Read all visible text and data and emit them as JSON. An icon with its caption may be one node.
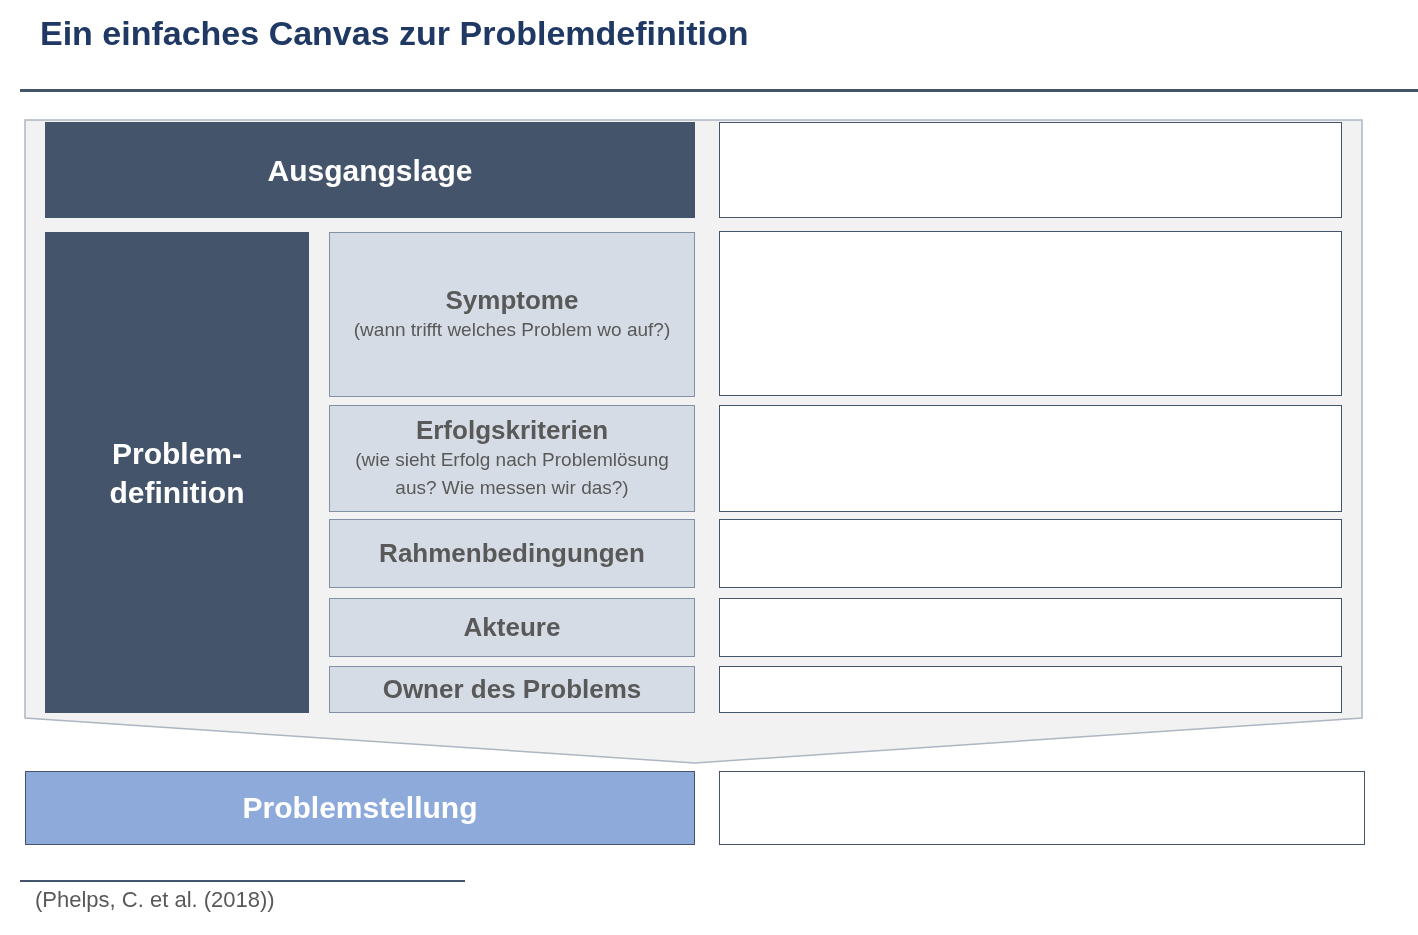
{
  "diagram": {
    "title": "Ein einfaches Canvas zur Problemdefinition",
    "caption": "(Phelps, C. et al. (2018))",
    "nodes": [
      {
        "text": [
          "Ausgangslage"
        ]
      },
      {
        "text": [],
        "shape": "box"
      },
      {
        "text": [
          "Problem- definition"
        ]
      },
      {
        "text": [
          "Symptome",
          "(wann trifft welches Problem wo auf?)"
        ]
      },
      {
        "text": [],
        "shape": "box"
      },
      {
        "text": [
          "Erfolgskriterien",
          "(wie sieht Erfolg nach Problemlösung aus? Wie messen wir das?)"
        ]
      },
      {
        "text": [],
        "shape": "box"
      },
      {
        "text": [
          "Rahmenbedingungen"
        ]
      },
      {
        "text": [],
        "shape": "box"
      },
      {
        "text": [
          "Akteure"
        ]
      },
      {
        "text": [],
        "shape": "box"
      },
      {
        "text": [
          "Owner des Problems"
        ]
      },
      {
        "text": [],
        "shape": "box"
      },
      {
        "text": [
          "Problemstellung"
        ]
      },
      {
        "text": [],
        "shape": "box"
      }
    ],
    "edges": []
  }
}
